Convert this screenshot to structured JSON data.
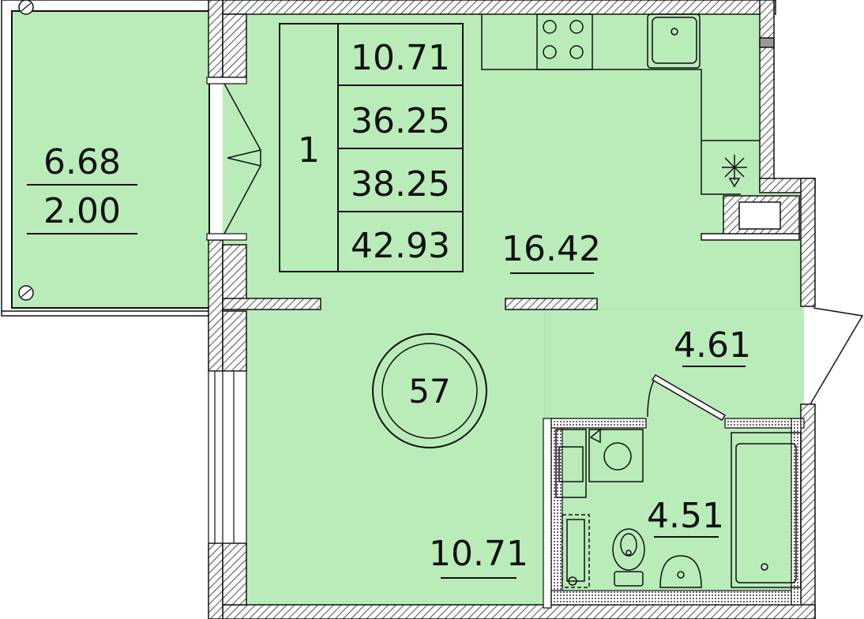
{
  "summary": {
    "rooms": "1",
    "living_area": "10.71",
    "total_area_a": "36.25",
    "total_area_b": "38.25",
    "total_area_c": "42.93"
  },
  "balcony": {
    "area": "6.68",
    "reduced_area": "2.00"
  },
  "rooms": {
    "kitchen": {
      "area": "16.42"
    },
    "hallway": {
      "area": "4.61"
    },
    "bathroom": {
      "area": "4.51"
    },
    "living": {
      "area": "10.71"
    }
  },
  "apartment_number": "57",
  "colors": {
    "room_fill": "#b9ecb9",
    "wall_hatch": "#222222",
    "line": "#111111"
  }
}
